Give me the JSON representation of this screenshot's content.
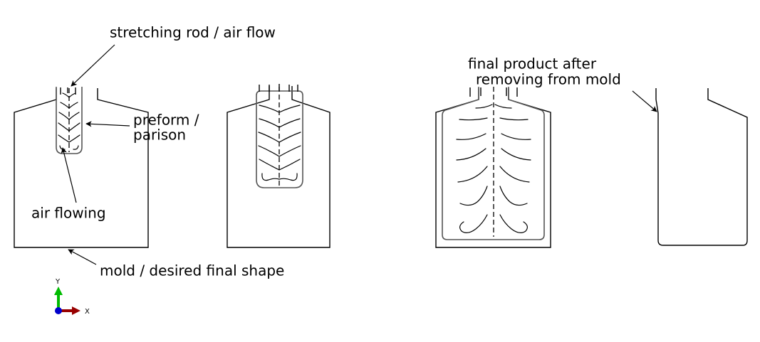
{
  "figure": {
    "title_visible": false,
    "background": "#ffffff",
    "line_color": "#000000",
    "wall_color": "#555555"
  },
  "labels": {
    "stretching_rod": "stretching rod / air flow",
    "preform_line1": "preform /",
    "preform_line2": "parison",
    "air_flowing": "air flowing",
    "mold_shape": "mold / desired final shape",
    "final_product_line1": "final product after",
    "final_product_line2": "removing from mold"
  },
  "axes": {
    "x_label": "X",
    "y_label": "Y",
    "x_color": "#990000",
    "y_color": "#00bb00",
    "origin_color": "#0000cc"
  },
  "stages": [
    {
      "name": "stage-1-preform-in-mold",
      "description": "mold with narrow un-stretched preform at neck",
      "preform_state": "narrow"
    },
    {
      "name": "stage-2-partially-blown",
      "description": "mold with partially inflated preform",
      "preform_state": "partial"
    },
    {
      "name": "stage-3-fully-blown",
      "description": "mold with fully inflated preform filling mold",
      "preform_state": "full"
    },
    {
      "name": "stage-4-final-product",
      "description": "final bottle removed from mold",
      "preform_state": "none"
    }
  ]
}
